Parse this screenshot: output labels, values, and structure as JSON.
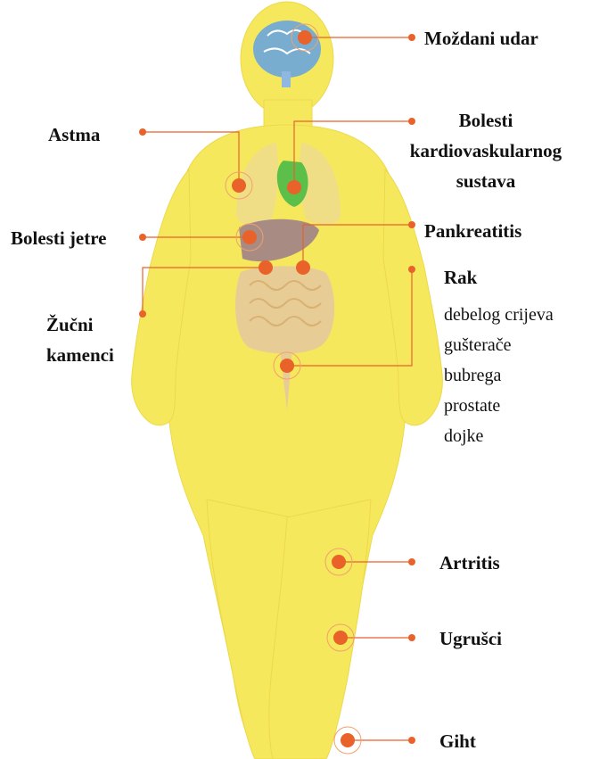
{
  "colors": {
    "body": "#f6e85c",
    "marker": "#e8622a",
    "leader_line": "#e8622a",
    "brain": "#6aa6dc",
    "liver": "#9a7a8a",
    "heart": "#5cbf4a",
    "intestine": "#e6c8a0",
    "lungs": "#eedb98"
  },
  "labels": {
    "stroke": "Moždani udar",
    "asthma": "Astma",
    "cardio": [
      "Bolesti",
      "kardiovaskularnog",
      "sustava"
    ],
    "liver": "Bolesti jetre",
    "pancreatitis": "Pankreatitis",
    "gallstones": [
      "Žučni",
      "kamenci"
    ],
    "cancer_title": "Rak",
    "cancer_types": [
      "debelog crijeva",
      "gušterače",
      "bubrega",
      "prostate",
      "dojke"
    ],
    "arthritis": "Artritis",
    "clots": "Ugrušci",
    "gout": "Giht"
  }
}
